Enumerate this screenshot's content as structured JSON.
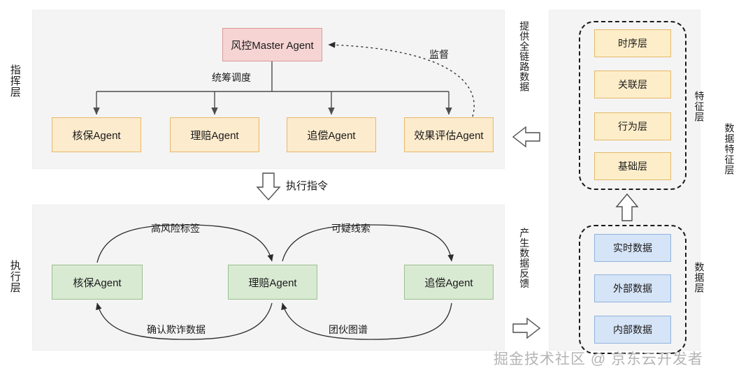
{
  "side_labels": {
    "command_layer": "指挥层",
    "execution_layer": "执行层",
    "feature_layer": "特征层",
    "data_layer": "数据层",
    "data_feature_layer": "数据特征层"
  },
  "command_layer": {
    "master": "风控Master Agent",
    "dispatch_label": "统筹调度",
    "supervise_label": "监督",
    "agents": [
      {
        "label": "核保Agent"
      },
      {
        "label": "理赔Agent"
      },
      {
        "label": "追偿Agent"
      },
      {
        "label": "效果评估Agent"
      }
    ]
  },
  "middle_flow": {
    "execute_command": "执行指令",
    "arrow_icon": "down-hollow-arrow-icon"
  },
  "execution_layer": {
    "agents": [
      {
        "label": "核保Agent"
      },
      {
        "label": "理赔Agent"
      },
      {
        "label": "追偿Agent"
      }
    ],
    "edges": [
      {
        "label": "高风险标签"
      },
      {
        "label": "可疑线索"
      },
      {
        "label": "确认欺诈数据"
      },
      {
        "label": "团伙图谱"
      }
    ]
  },
  "right_flows": {
    "provide_data": "提供全链路数据",
    "provide_arrow_icon": "left-hollow-arrow-icon",
    "generate_feedback": "产生数据反馈",
    "feedback_arrow_icon": "right-hollow-arrow-icon",
    "up_arrow_icon": "up-hollow-arrow-icon"
  },
  "feature_layer": {
    "items": [
      {
        "label": "时序层"
      },
      {
        "label": "关联层"
      },
      {
        "label": "行为层"
      },
      {
        "label": "基础层"
      }
    ]
  },
  "data_layer": {
    "items": [
      {
        "label": "实时数据"
      },
      {
        "label": "外部数据"
      },
      {
        "label": "内部数据"
      }
    ]
  },
  "watermark": "掘金技术社区 @ 京东云开发者",
  "colors": {
    "panel_bg": "#f4f4f4",
    "master_box": "#f6d4d4",
    "master_border": "#d99a9a",
    "command_agent_box": "#fcebcd",
    "command_agent_border": "#e8b86a",
    "exec_agent_box": "#d9ead3",
    "exec_agent_border": "#9cbf8e",
    "feature_box": "#fdeec9",
    "feature_border": "#e3b96b",
    "data_box": "#d6e4f7",
    "data_border": "#8fb3dd",
    "line": "#4d4d4d",
    "watermark": "#b4b4b4"
  }
}
